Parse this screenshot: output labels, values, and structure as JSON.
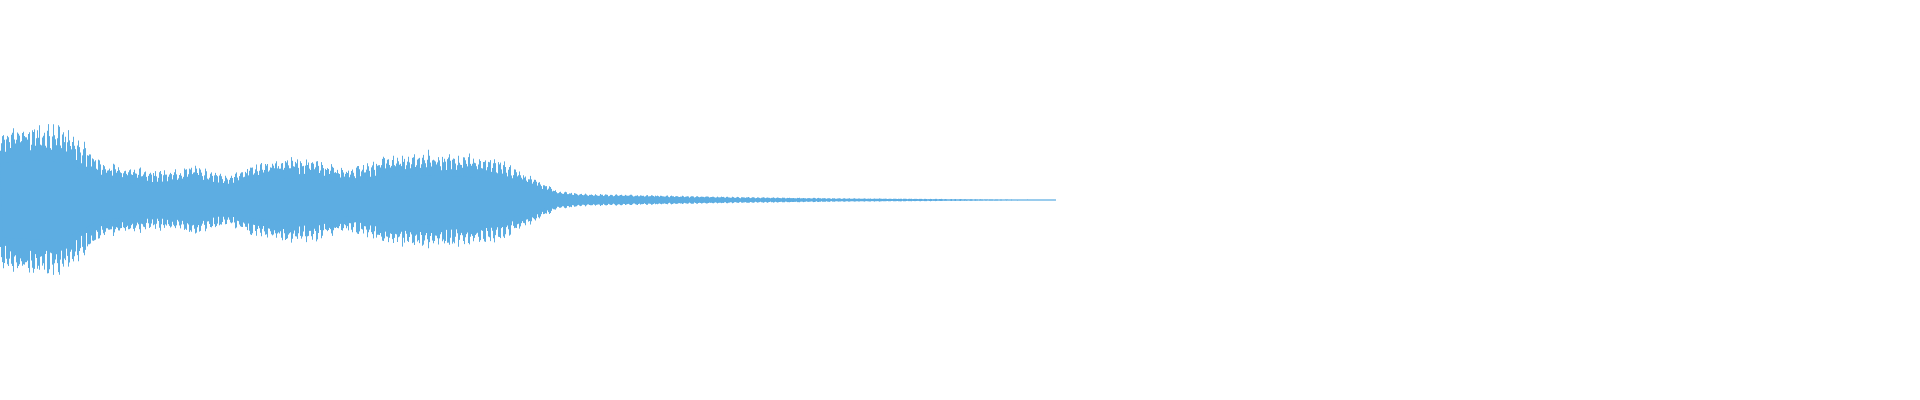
{
  "waveform": {
    "color": "#5DADE2",
    "background": "#FFFFFF",
    "envelope": [
      {
        "t": 0.0,
        "amp": 0.85
      },
      {
        "t": 0.02,
        "amp": 0.88
      },
      {
        "t": 0.045,
        "amp": 0.9
      },
      {
        "t": 0.07,
        "amp": 0.78
      },
      {
        "t": 0.095,
        "amp": 0.45
      },
      {
        "t": 0.125,
        "amp": 0.38
      },
      {
        "t": 0.16,
        "amp": 0.33
      },
      {
        "t": 0.185,
        "amp": 0.4
      },
      {
        "t": 0.215,
        "amp": 0.28
      },
      {
        "t": 0.24,
        "amp": 0.42
      },
      {
        "t": 0.275,
        "amp": 0.5
      },
      {
        "t": 0.3,
        "amp": 0.47
      },
      {
        "t": 0.33,
        "amp": 0.36
      },
      {
        "t": 0.365,
        "amp": 0.52
      },
      {
        "t": 0.4,
        "amp": 0.55
      },
      {
        "t": 0.435,
        "amp": 0.54
      },
      {
        "t": 0.47,
        "amp": 0.48
      },
      {
        "t": 0.5,
        "amp": 0.3
      },
      {
        "t": 0.53,
        "amp": 0.1
      },
      {
        "t": 0.56,
        "amp": 0.07
      },
      {
        "t": 0.62,
        "amp": 0.055
      },
      {
        "t": 0.7,
        "amp": 0.035
      },
      {
        "t": 0.8,
        "amp": 0.02
      },
      {
        "t": 0.9,
        "amp": 0.012
      },
      {
        "t": 1.0,
        "amp": 0.006
      }
    ]
  }
}
